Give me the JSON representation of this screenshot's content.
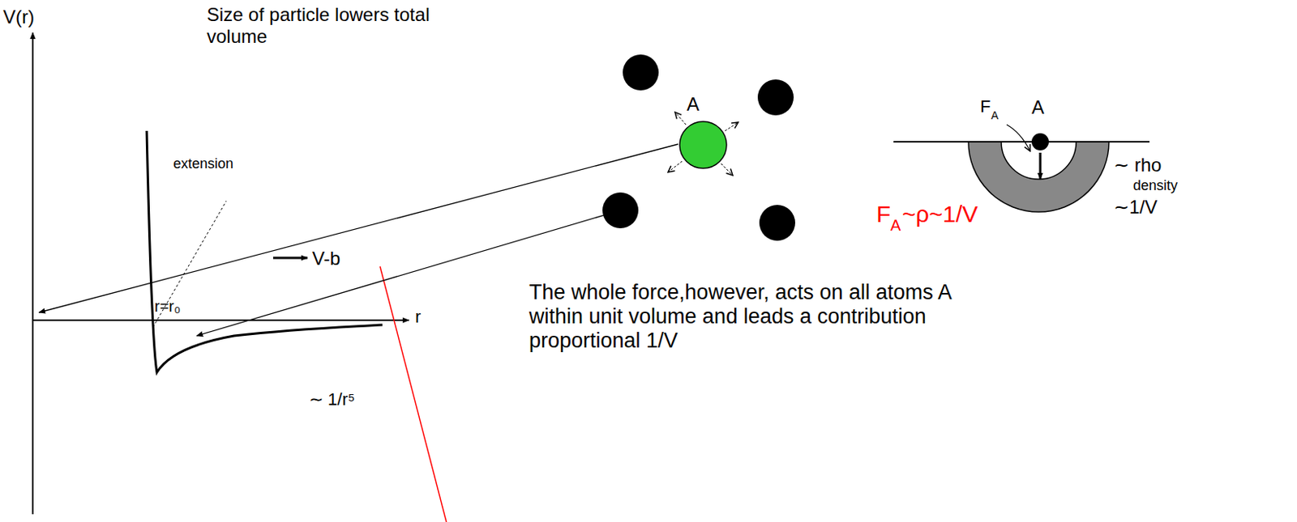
{
  "diagram": {
    "labels": [
      "Size of particle lowers total volume",
      "V(r)",
      "extension",
      "V-b",
      "r=r₀",
      "r",
      "∼ 1/r⁵",
      "A",
      "F",
      "A",
      "A",
      "∼ rho",
      "density",
      "∼1/V",
      "F",
      "A",
      "~ρ~1/V",
      "The whole force,however, acts on all atoms A within unit volume and leads a contribution proportional 1/V"
    ]
  }
}
